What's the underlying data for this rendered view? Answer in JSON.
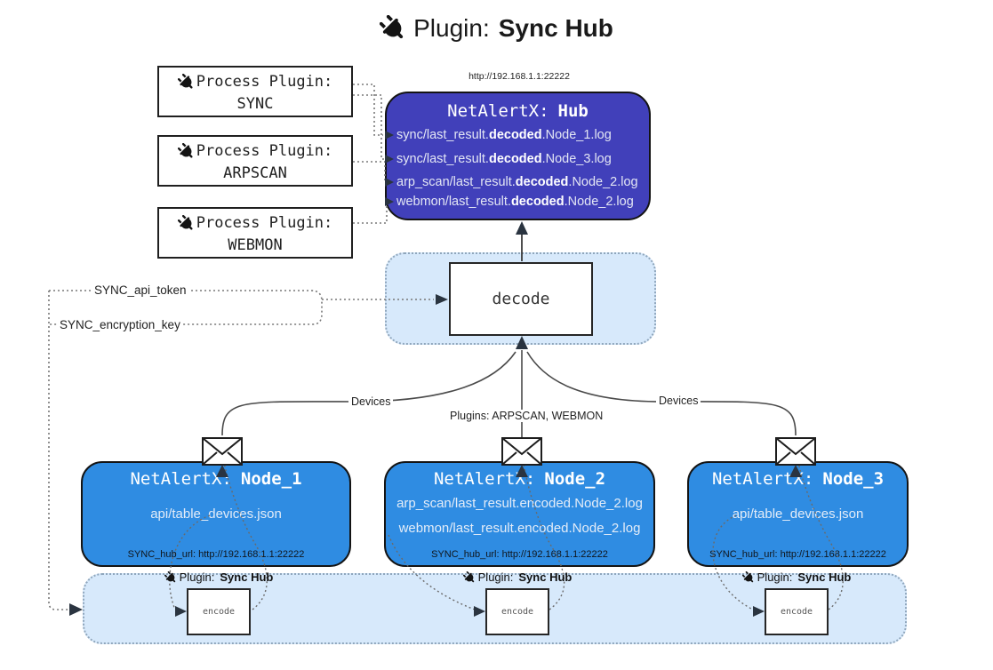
{
  "title": {
    "prefix": "Plugin:",
    "name": "Sync Hub"
  },
  "process_plugins": [
    {
      "label": "Process Plugin:",
      "name": "SYNC"
    },
    {
      "label": "Process Plugin:",
      "name": "ARPSCAN"
    },
    {
      "label": "Process Plugin:",
      "name": "WEBMON"
    }
  ],
  "hub": {
    "url": "http://192.168.1.1:22222",
    "title_prefix": "NetAlertX:",
    "title_name": "Hub",
    "logs": [
      {
        "pre": "sync/last_result.",
        "bold": "decoded",
        "post": ".Node_1.log"
      },
      {
        "pre": "sync/last_result.",
        "bold": "decoded",
        "post": ".Node_3.log"
      },
      {
        "pre": "arp_scan/last_result.",
        "bold": "decoded",
        "post": ".Node_2.log"
      },
      {
        "pre": "webmon/last_result.",
        "bold": "decoded",
        "post": ".Node_2.log"
      }
    ]
  },
  "decode": {
    "label": "decode"
  },
  "secrets": {
    "api_token": "SYNC_api_token",
    "encryption_key": "SYNC_encryption_key"
  },
  "edge_labels": {
    "left": "Devices",
    "center": "Plugins: ARPSCAN, WEBMON",
    "right": "Devices"
  },
  "nodes": [
    {
      "title_prefix": "NetAlertX:",
      "title_name": "Node_1",
      "files": [
        "api/table_devices.json"
      ],
      "hub_url": "SYNC_hub_url: http://192.168.1.1:22222"
    },
    {
      "title_prefix": "NetAlertX:",
      "title_name": "Node_2",
      "files": [
        "arp_scan/last_result.encoded.Node_2.log",
        "webmon/last_result.encoded.Node_2.log"
      ],
      "hub_url": "SYNC_hub_url: http://192.168.1.1:22222"
    },
    {
      "title_prefix": "NetAlertX:",
      "title_name": "Node_3",
      "files": [
        "api/table_devices.json"
      ],
      "hub_url": "SYNC_hub_url: http://192.168.1.1:22222"
    }
  ],
  "encoders": [
    {
      "plugin_prefix": "Plugin:",
      "plugin_name": "Sync Hub",
      "label": "encode"
    },
    {
      "plugin_prefix": "Plugin:",
      "plugin_name": "Sync Hub",
      "label": "encode"
    },
    {
      "plugin_prefix": "Plugin:",
      "plugin_name": "Sync Hub",
      "label": "encode"
    }
  ],
  "colors": {
    "hub_fill": "#4140ba",
    "node_fill": "#2f8ce2",
    "band_fill": "#d7e9fb",
    "band_border": "#8fa6bc",
    "arrow": "#2a3440"
  }
}
